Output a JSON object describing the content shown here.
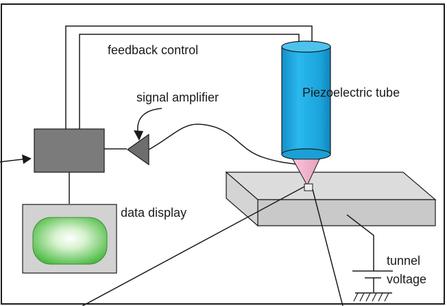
{
  "labels": {
    "feedback_control": "feedback control",
    "signal_amplifier": "signal amplifier",
    "piezoelectric_tube": "Piezoelectric tube",
    "data_display": "data display",
    "tunnel": "tunnel",
    "voltage": "voltage"
  },
  "colors": {
    "controller_box": "#7b7b7c",
    "piezo_tube": "#1da9e0",
    "tip": "#f5b9d0",
    "sample_top": "#dcdcdc",
    "sample_front": "#c9c9c9",
    "monitor_frame": "#d2d2d2",
    "screen_glow": "#55c24a"
  }
}
